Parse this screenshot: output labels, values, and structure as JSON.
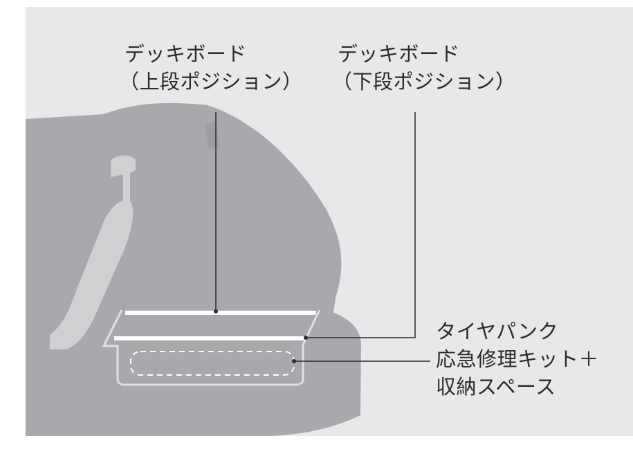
{
  "labels": {
    "upper_board": {
      "line1": "デッキボード",
      "line2": "（上段ポジション）"
    },
    "lower_board": {
      "line1": "デッキボード",
      "line2": "（下段ポジション）"
    },
    "storage": {
      "line1": "タイヤパンク",
      "line2": "応急修理キット＋",
      "line3": "収納スペース"
    }
  },
  "colors": {
    "page": "#ffffff",
    "background": "#e7e8e9",
    "car_body": "#a7a9ac",
    "car_inner": "#b9bbbe",
    "board": "#ffffff",
    "leader_line": "#2b2b2b"
  }
}
